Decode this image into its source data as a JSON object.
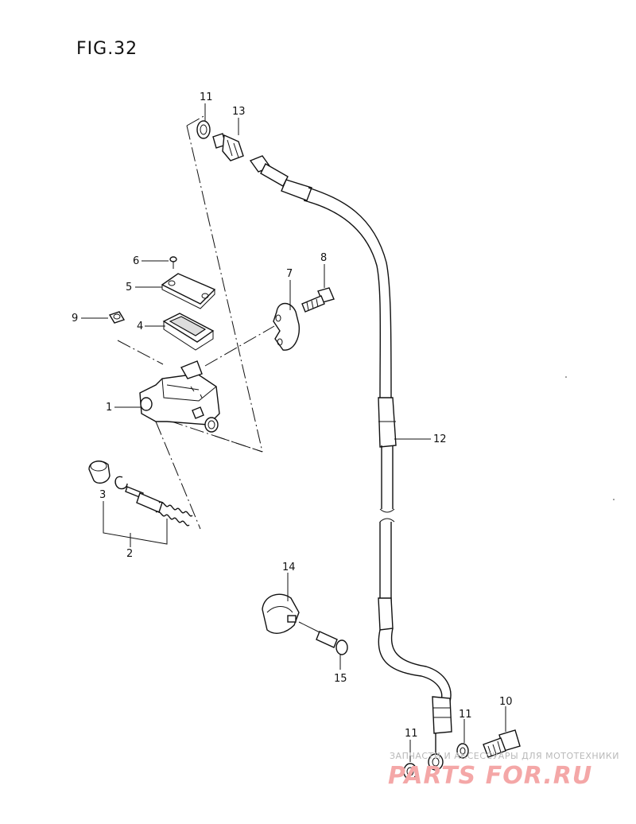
{
  "figure": {
    "title": "FIG.32"
  },
  "callouts": {
    "c1": "1",
    "c2": "2",
    "c3": "3",
    "c4": "4",
    "c5": "5",
    "c6": "6",
    "c7": "7",
    "c8": "8",
    "c9": "9",
    "c10": "10",
    "c11a": "11",
    "c11b": "11",
    "c11c": "11",
    "c12": "12",
    "c13": "13",
    "c14": "14",
    "c15": "15"
  },
  "watermark": {
    "caption": "ЗАПЧАСТИ И АКСЕССУАРЫ ДЛЯ МОТОТЕХНИКИ",
    "logo": "PARTS FOR.RU"
  }
}
